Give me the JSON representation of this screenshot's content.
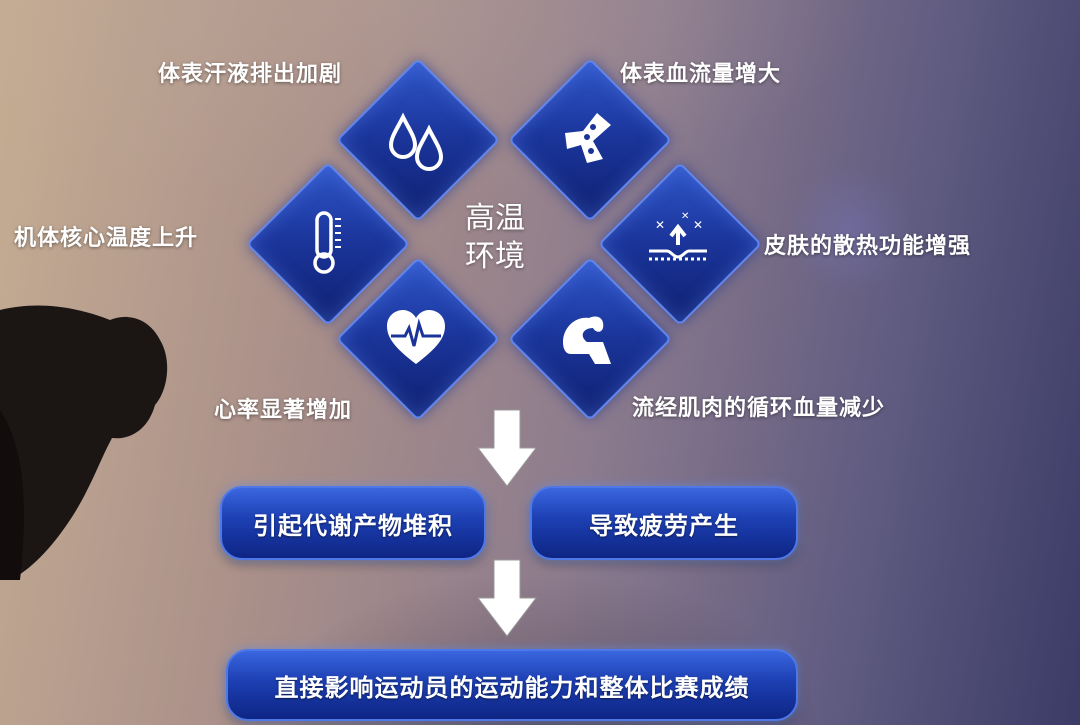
{
  "center_text": [
    "高温",
    "环境"
  ],
  "effects": [
    {
      "label": "体表汗液排出加剧",
      "icon": "water-drops-icon"
    },
    {
      "label": "体表血流量增大",
      "icon": "blood-vessel-icon"
    },
    {
      "label": "机体核心温度上升",
      "icon": "thermometer-icon"
    },
    {
      "label": "皮肤的散热功能增强",
      "icon": "skin-heat-icon"
    },
    {
      "label": "心率显著增加",
      "icon": "heartbeat-icon"
    },
    {
      "label": "流经肌肉的循环血量减少",
      "icon": "muscle-arm-icon"
    }
  ],
  "results": [
    "引起代谢产物堆积",
    "导致疲劳产生"
  ],
  "final": "直接影响运动员的运动能力和整体比赛成绩",
  "colors": {
    "diamond": "#1a3499",
    "pill": "#1c3fb2",
    "accent": "#5f86f0"
  }
}
